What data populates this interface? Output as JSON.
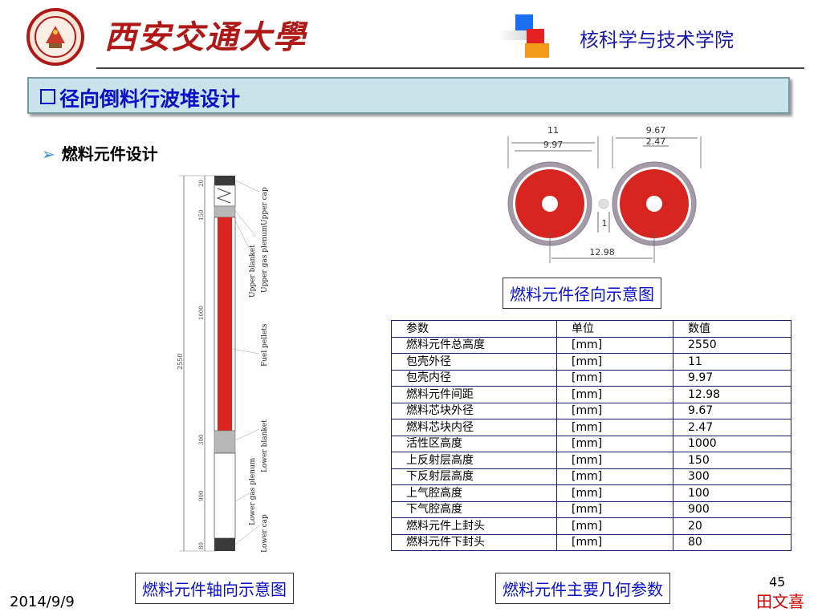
{
  "header": {
    "university_name": "西安交通大學",
    "school_name": "核科学与技术学院"
  },
  "section": {
    "title": "径向倒料行波堆设计"
  },
  "subsection": {
    "title": "燃料元件设计"
  },
  "radial_figure": {
    "caption": "燃料元件径向示意图",
    "dims": {
      "clad_outer": "11",
      "clad_inner": "9.97",
      "pellet_outer": "9.67",
      "pellet_inner": "2.47",
      "wire": "1",
      "pitch": "12.98"
    }
  },
  "axial_figure": {
    "caption": "燃料元件轴向示意图",
    "segment_dims": {
      "top_cap": "20",
      "upper_plenum": "150",
      "active": "1000",
      "lower_blanket": "300",
      "lower_plenum": "900",
      "bottom_cap": "80",
      "total": "2550"
    },
    "labels": {
      "upper_cap": "Upper cap",
      "upper_gas_plenum": "Upper gas plenum",
      "upper_blanket": "Upper blanket",
      "fuel_pellets": "Fuel pellets",
      "lower_blanket": "Lower blanket",
      "lower_gas_plenum": "Lower gas plenum",
      "lower_cap": "Lower cap"
    }
  },
  "table": {
    "caption": "燃料元件主要几何参数",
    "headers": [
      "参数",
      "单位",
      "数值"
    ],
    "rows": [
      [
        "燃料元件总高度",
        "[mm]",
        "2550"
      ],
      [
        "包壳外径",
        "[mm]",
        "11"
      ],
      [
        "包壳内径",
        "[mm]",
        "9.97"
      ],
      [
        "燃料元件间距",
        "[mm]",
        "12.98"
      ],
      [
        "燃料芯块外径",
        "[mm]",
        "9.67"
      ],
      [
        "燃料芯块内径",
        "[mm]",
        " 2.47"
      ],
      [
        "活性区高度",
        "[mm]",
        "1000"
      ],
      [
        "上反射层高度",
        "[mm]",
        "150"
      ],
      [
        "下反射层高度",
        "[mm]",
        "300"
      ],
      [
        "上气腔高度",
        "[mm]",
        "100"
      ],
      [
        "下气腔高度",
        "[mm]",
        "900"
      ],
      [
        "燃料元件上封头",
        "[mm]",
        "20"
      ],
      [
        "燃料元件下封头",
        "[mm]",
        "80"
      ]
    ]
  },
  "footer": {
    "date": "2014/9/9",
    "page_number": "45",
    "author": "田文喜"
  },
  "colors": {
    "title_blue": "#0a10c8",
    "brand_red": "#b01818",
    "fuel_red": "#d8241e",
    "bar_bg": "#c8e3e9"
  }
}
